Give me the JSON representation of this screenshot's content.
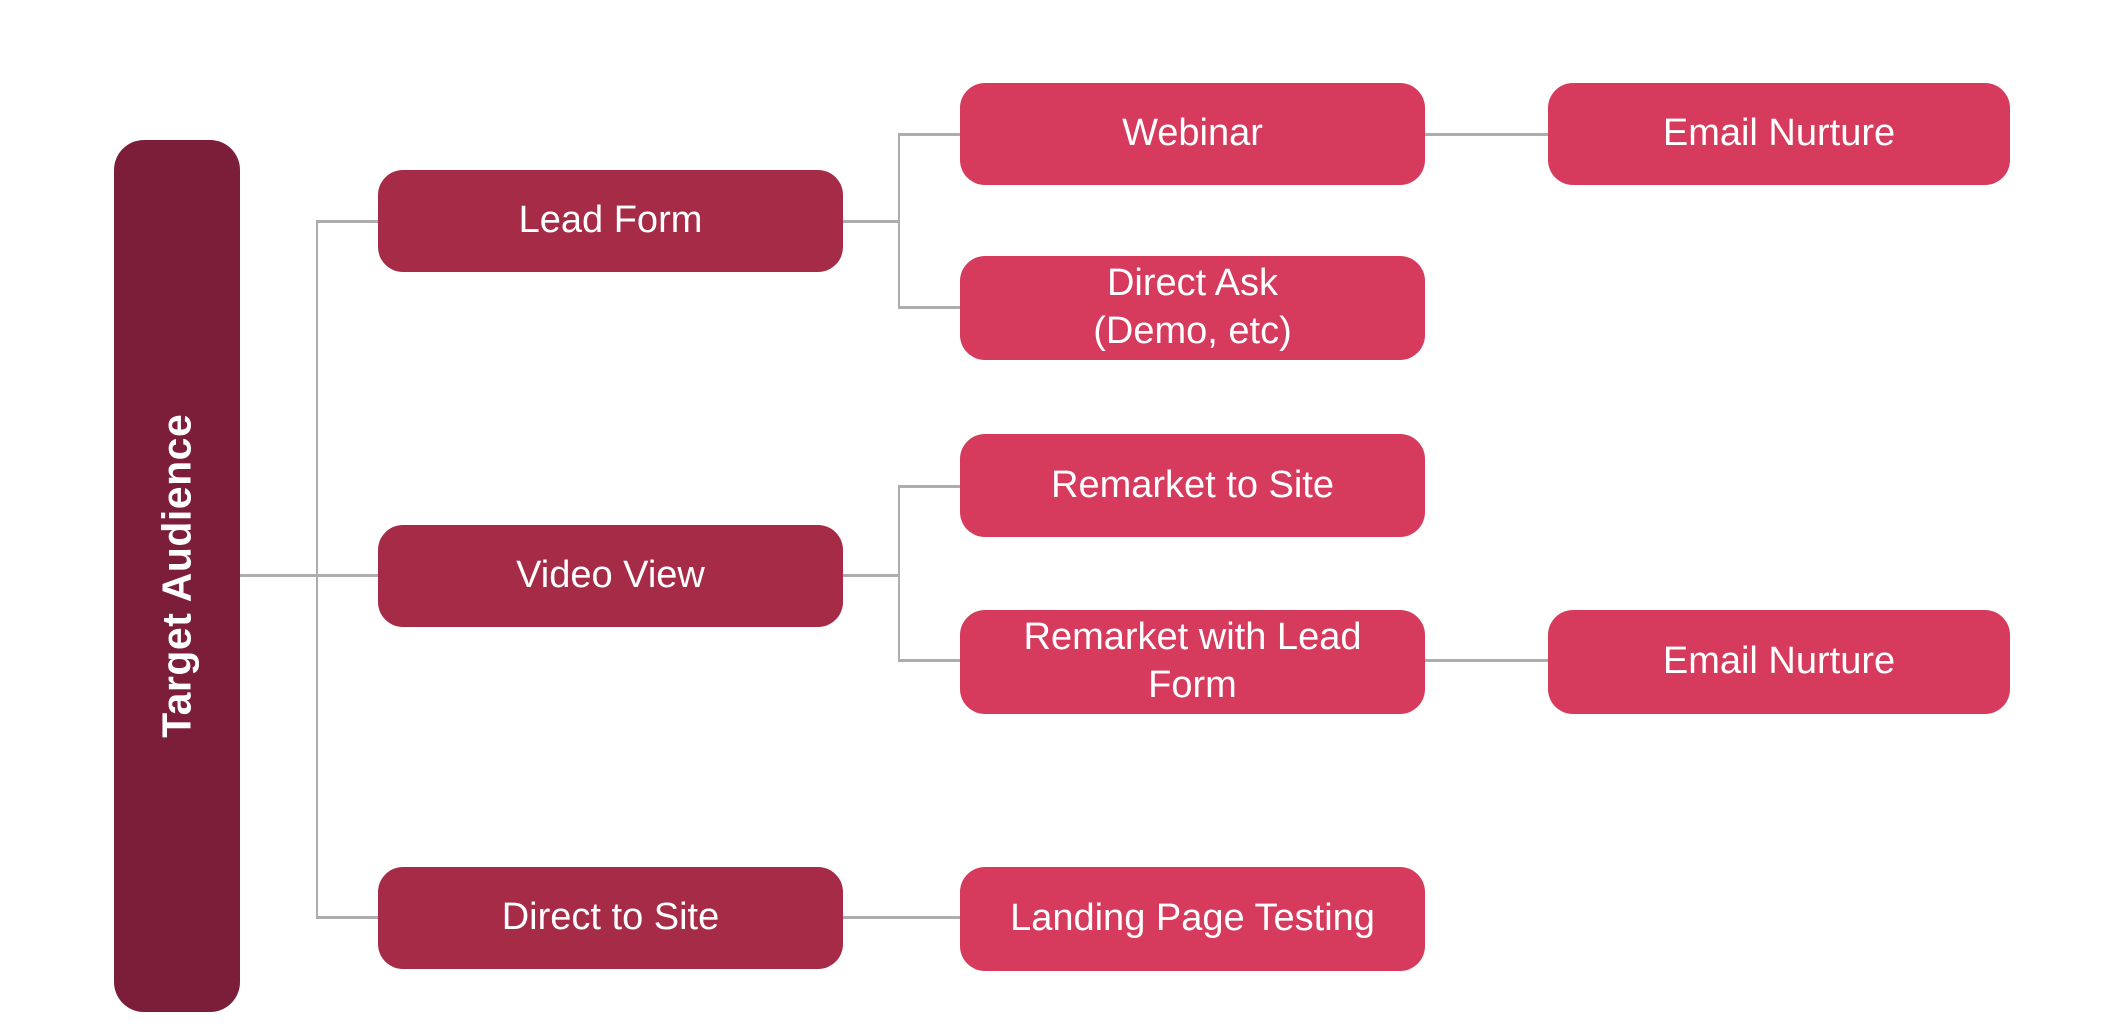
{
  "diagram": {
    "type": "flowchart",
    "orientation": "left-to-right",
    "colors": {
      "root_fill": "#7c1d39",
      "level1_fill": "#a62b47",
      "level2_fill": "#d63a5d",
      "text": "#ffffff",
      "connector": "#adadad",
      "background": "#ffffff"
    },
    "nodes": {
      "target_audience": {
        "label": "Target Audience",
        "level": 0
      },
      "lead_form": {
        "label": "Lead Form",
        "level": 1
      },
      "video_view": {
        "label": "Video View",
        "level": 1
      },
      "direct_to_site": {
        "label": "Direct to Site",
        "level": 1
      },
      "webinar": {
        "label": "Webinar",
        "level": 2
      },
      "direct_ask": {
        "label": "Direct Ask\n(Demo, etc)",
        "level": 2
      },
      "remarket_to_site": {
        "label": "Remarket to Site",
        "level": 2
      },
      "remarket_with_lead_form": {
        "label": "Remarket with Lead\nForm",
        "level": 2
      },
      "landing_page_testing": {
        "label": "Landing Page Testing",
        "level": 2
      },
      "email_nurture_top": {
        "label": "Email Nurture",
        "level": 3
      },
      "email_nurture_bottom": {
        "label": "Email Nurture",
        "level": 3
      }
    },
    "edges": [
      {
        "from": "target_audience",
        "to": "lead_form"
      },
      {
        "from": "target_audience",
        "to": "video_view"
      },
      {
        "from": "target_audience",
        "to": "direct_to_site"
      },
      {
        "from": "lead_form",
        "to": "webinar"
      },
      {
        "from": "lead_form",
        "to": "direct_ask"
      },
      {
        "from": "webinar",
        "to": "email_nurture_top"
      },
      {
        "from": "video_view",
        "to": "remarket_to_site"
      },
      {
        "from": "video_view",
        "to": "remarket_with_lead_form"
      },
      {
        "from": "remarket_with_lead_form",
        "to": "email_nurture_bottom"
      },
      {
        "from": "direct_to_site",
        "to": "landing_page_testing"
      }
    ]
  }
}
